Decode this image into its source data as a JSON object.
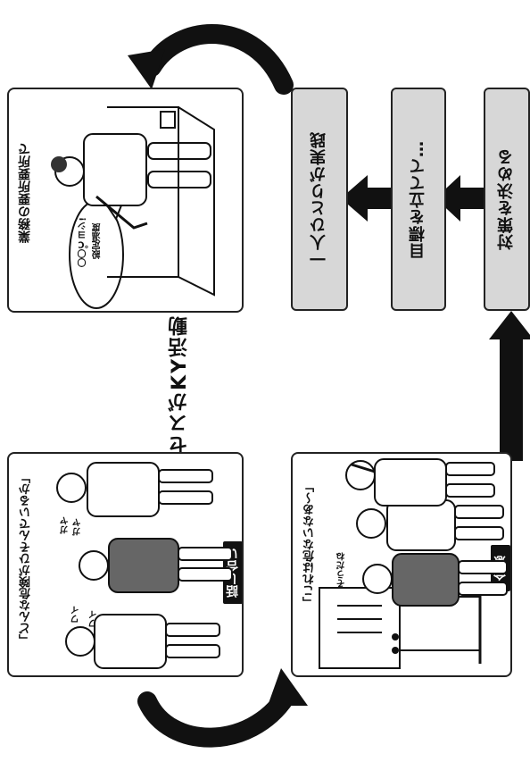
{
  "center_title": "このプロセスがKY活動",
  "steps": [
    {
      "label": "一人ひとりが実践"
    },
    {
      "label": "目標を立てて…"
    },
    {
      "label": "対策を決める"
    }
  ],
  "panels": {
    "top_left": {
      "caption": "業務の要所要所で",
      "bubble": [
        "設定温度",
        "〇〇℃ヨシ!"
      ]
    },
    "bottom_left": {
      "caption": "「どんな危険がひそんでいるか」",
      "badge": "話し合い",
      "sfx": [
        "ワイ",
        "ワイ",
        "ガヤ",
        "ガヤ"
      ]
    },
    "bottom_right": {
      "caption": "「これは危ないなあ～」",
      "badge": "合意",
      "sfx": [
        "そうだね"
      ]
    }
  }
}
